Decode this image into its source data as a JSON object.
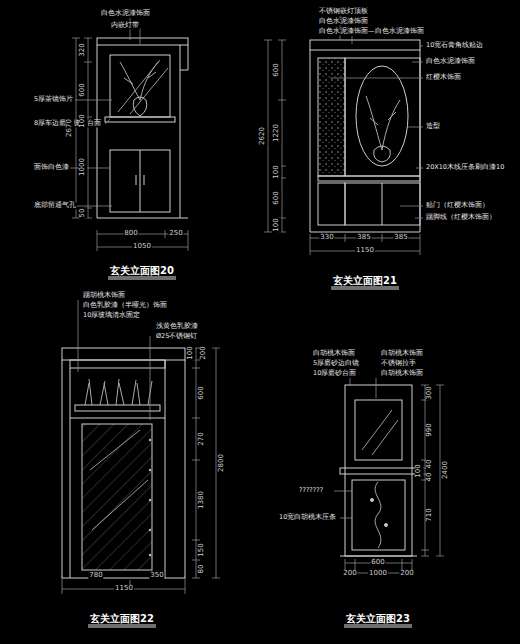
{
  "diagram": {
    "labels": [
      "白色水泥漆饰面",
      "内嵌灯带",
      "5厚茶镜饰片",
      "8厚车边磨砂玻璃台面",
      "面饰白色漆",
      "底部留通气孔",
      "320",
      "600",
      "100",
      "1000",
      "50",
      "2670",
      "800",
      "250",
      "1050",
      "玄关立面图20",
      "不锈钢嵌灯顶板",
      "白色水泥漆饰面",
      "白色水泥漆饰面—白色水泥漆饰面",
      "10宽石膏角线贴边",
      "白色水泥漆饰面",
      "红樱木饰面",
      "造型",
      "20X10木线压条刷白漆10",
      "贴门（红樱木饰面）",
      "踢脚线（红樱木饰面）",
      "600",
      "1220",
      "100",
      "600",
      "100",
      "2620",
      "330",
      "385",
      "385",
      "1150",
      "玄关立面图21",
      "踢胡桃木饰面",
      "白色乳胶漆（半哑光）饰面",
      "10厚玻璃清水固定",
      "浅黄色乳胶漆",
      "Ø25不锈钢钉",
      "100",
      "200",
      "600",
      "270",
      "1380",
      "150",
      "80",
      "2800",
      "780",
      "350",
      "1150",
      "玄关立面图22",
      "白胡桃木饰面",
      "5厚磨砂边白镜",
      "10厚磨砂台面",
      "白胡桃木饰面",
      "不锈钢拉手",
      "白胡桃木饰面",
      "???????",
      "10宽白胡桃木压条",
      "300",
      "990",
      "40",
      "100",
      "40",
      "710",
      "2400",
      "600",
      "200",
      "1000",
      "200",
      "玄关立面图23"
    ]
  }
}
